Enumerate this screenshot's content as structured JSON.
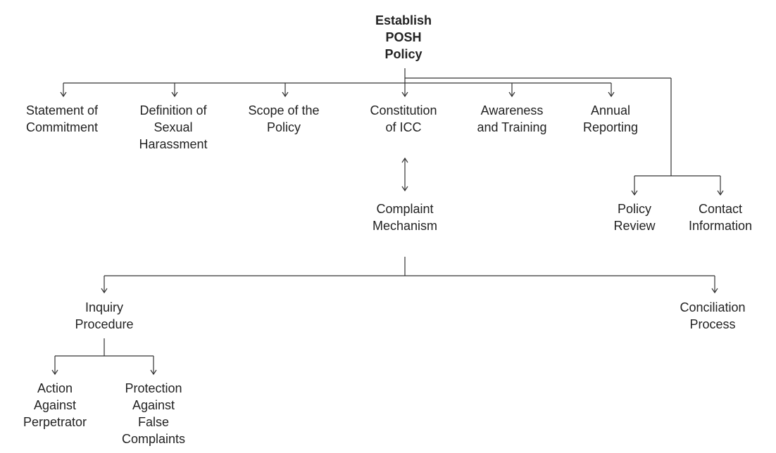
{
  "nodes": {
    "root": [
      "Establish",
      "POSH",
      "Policy"
    ],
    "statement": [
      "Statement of",
      "Commitment"
    ],
    "definition": [
      "Definition of",
      "Sexual",
      "Harassment"
    ],
    "scope": [
      "Scope of the",
      "Policy"
    ],
    "constitution": [
      "Constitution",
      "of ICC"
    ],
    "awareness": [
      "Awareness",
      "and Training"
    ],
    "annual": [
      "Annual",
      "Reporting"
    ],
    "complaint": [
      "Complaint",
      "Mechanism"
    ],
    "policy_review": [
      "Policy",
      "Review"
    ],
    "contact": [
      "Contact",
      "Information"
    ],
    "inquiry": [
      "Inquiry",
      "Procedure"
    ],
    "conciliation": [
      "Conciliation",
      "Process"
    ],
    "action": [
      "Action",
      "Against",
      "Perpetrator"
    ],
    "protection": [
      "Protection",
      "Against",
      "False",
      "Complaints"
    ]
  }
}
